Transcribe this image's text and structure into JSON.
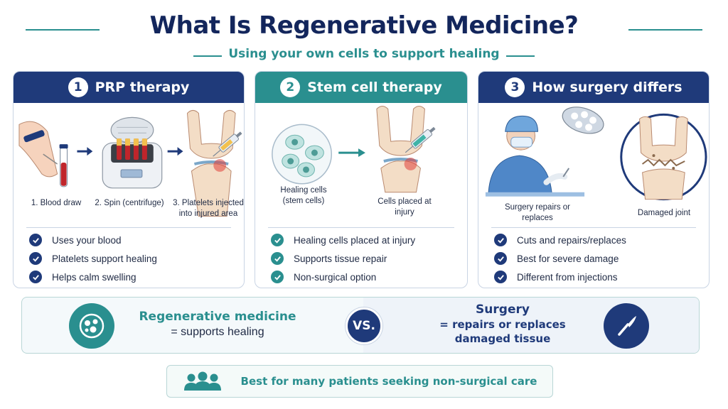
{
  "header": {
    "title": "What Is Regenerative Medicine?",
    "subtitle": "Using your own cells to support healing"
  },
  "colors": {
    "navy": "#1f3a7a",
    "teal": "#2a8f8f",
    "blood": "#c0252b",
    "border": "#c9d4e4"
  },
  "panels": [
    {
      "number": "1",
      "title": "PRP therapy",
      "captions": [
        "1. Blood draw",
        "2. Spin (centrifuge)",
        "3. Platelets injected into injured area"
      ],
      "checks": [
        "Uses your blood",
        "Platelets support healing",
        "Helps calm swelling"
      ]
    },
    {
      "number": "2",
      "title": "Stem cell therapy",
      "captions": [
        "Healing cells (stem cells)",
        "Cells placed at injury"
      ],
      "checks": [
        "Healing cells placed at injury",
        "Supports tissue repair",
        "Non-surgical option"
      ]
    },
    {
      "number": "3",
      "title": "How surgery differs",
      "captions": [
        "Surgery repairs or replaces",
        "Damaged joint"
      ],
      "checks": [
        "Cuts and repairs/replaces",
        "Best for severe damage",
        "Different from injections"
      ]
    }
  ],
  "comparison": {
    "left_title": "Regenerative medicine",
    "left_desc": "= supports healing",
    "vs": "VS.",
    "right_title": "Surgery",
    "right_desc_1": "= repairs or replaces",
    "right_desc_2": "damaged tissue"
  },
  "footer": {
    "text": "Best for many patients seeking non-surgical care"
  },
  "icons": [
    "check-icon",
    "cells-icon",
    "scalpel-icon",
    "people-icon",
    "syringe-icon",
    "centrifuge-icon",
    "surgical-lamp-icon"
  ]
}
